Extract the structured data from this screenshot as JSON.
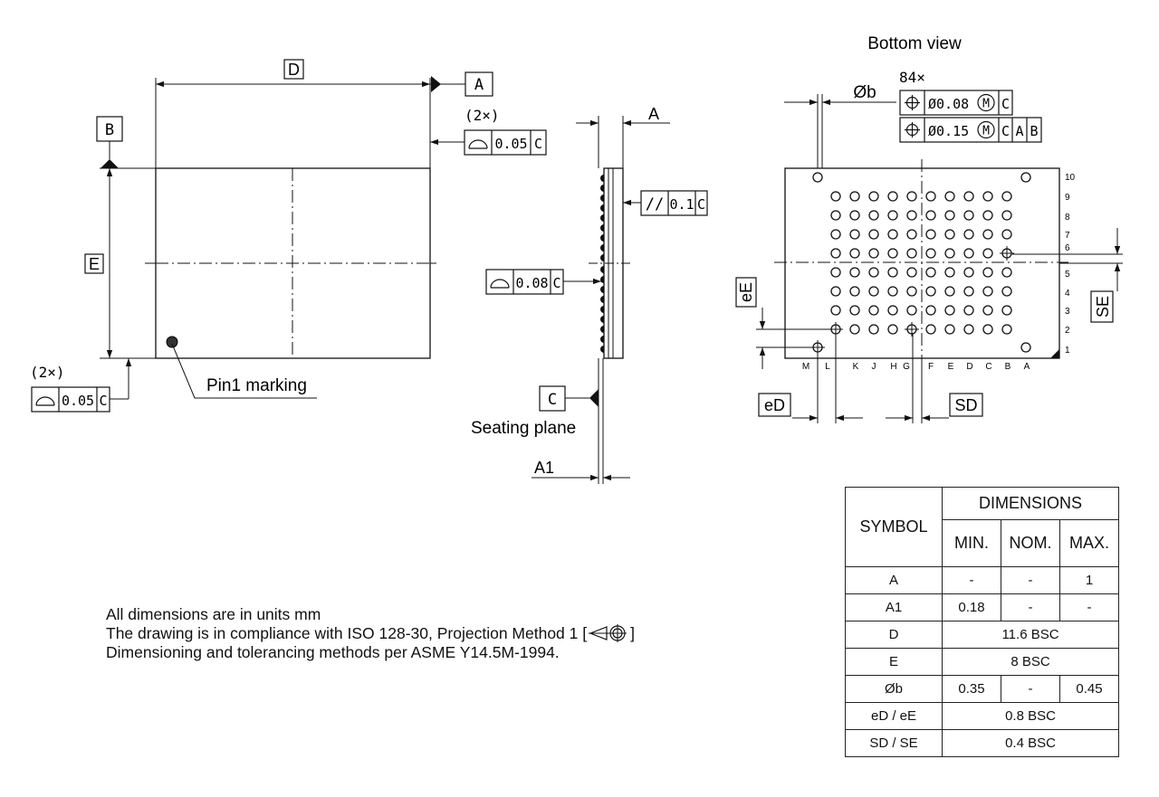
{
  "labels": {
    "bottom_view": "Bottom view",
    "pin1_marking": "Pin1 marking",
    "seating_plane": "Seating plane",
    "count_84x": "84×",
    "count_2x": "(2×)",
    "D": "D",
    "E": "E",
    "A": "A",
    "A1": "A1",
    "phi_b": "Øb",
    "eD": "eD",
    "eE": "eE",
    "SD": "SD",
    "SE": "SE"
  },
  "datums": {
    "A": "A",
    "B": "B",
    "C": "C"
  },
  "tolerances": {
    "flat_top": {
      "value": "0.05",
      "datum": "C"
    },
    "flat_bottom": {
      "value": "0.05",
      "datum": "C"
    },
    "flat_side": {
      "value": "0.08",
      "datum": "C"
    },
    "parallel": {
      "symbol": "//",
      "value": "0.1",
      "datum": "C"
    },
    "pos1": {
      "value": "Ø0.08",
      "modifier": "M",
      "datum": "C"
    },
    "pos2": {
      "value": "Ø0.15",
      "modifier": "M",
      "datums": [
        "C",
        "A",
        "B"
      ]
    }
  },
  "grid": {
    "row_labels": [
      "10",
      "9",
      "8",
      "7",
      "6",
      "5",
      "4",
      "3",
      "2",
      "1"
    ],
    "column_labels": [
      "M",
      "L",
      "K",
      "J",
      "H",
      "G",
      "F",
      "E",
      "D",
      "C",
      "B",
      "A"
    ]
  },
  "notes": {
    "line1": "All dimensions are in units mm",
    "line2_prefix": "The drawing is in compliance with ISO 128-30, Projection Method 1 [",
    "line2_suffix": "]",
    "line3": "Dimensioning and tolerancing methods per ASME Y14.5M-1994."
  },
  "table": {
    "symbol_header": "SYMBOL",
    "dimensions_header": "DIMENSIONS",
    "min_header": "MIN.",
    "nom_header": "NOM.",
    "max_header": "MAX.",
    "rows": [
      {
        "symbol": "A",
        "min": "-",
        "nom": "-",
        "max": "1"
      },
      {
        "symbol": "A1",
        "min": "0.18",
        "nom": "-",
        "max": "-"
      },
      {
        "symbol": "D",
        "span": "11.6 BSC"
      },
      {
        "symbol": "E",
        "span": "8 BSC"
      },
      {
        "symbol": "Øb",
        "min": "0.35",
        "nom": "-",
        "max": "0.45"
      },
      {
        "symbol": "eD / eE",
        "span": "0.8 BSC"
      },
      {
        "symbol": "SD / SE",
        "span": "0.4 BSC"
      }
    ]
  }
}
